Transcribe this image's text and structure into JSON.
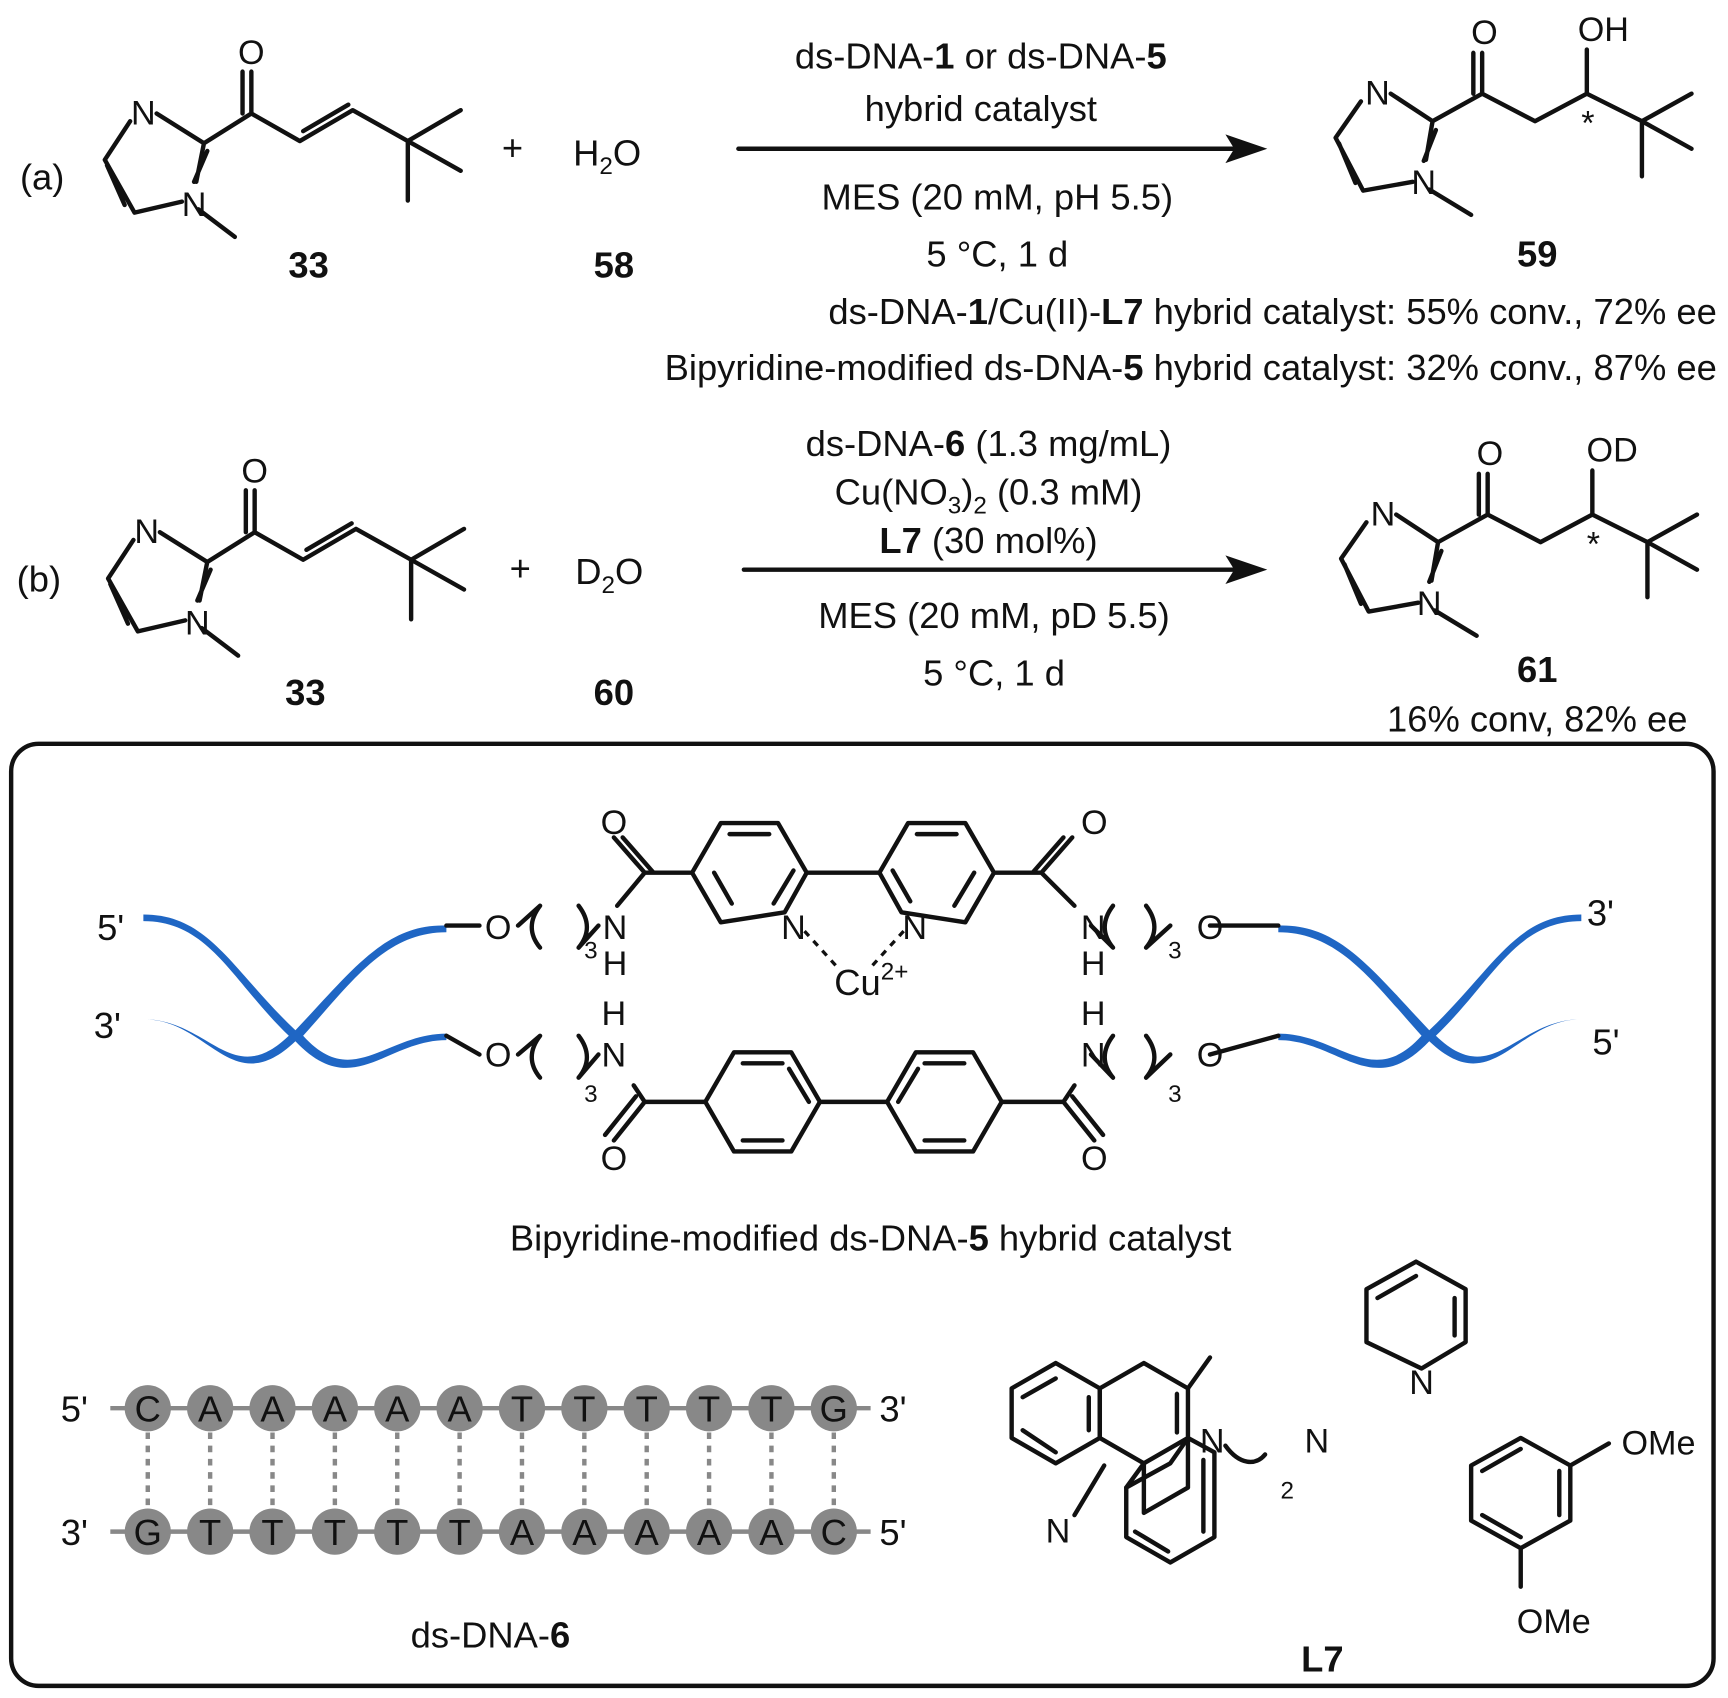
{
  "scheme_a": {
    "label": "(a)",
    "reactant_id": "33",
    "plus": "+",
    "reagent": "H",
    "reagent_sub": "2",
    "reagent_end": "O",
    "reagent_id": "58",
    "cond_line1_pre": "ds-DNA-",
    "cond_line1_b1": "1",
    "cond_line1_mid": " or ds-DNA-",
    "cond_line1_b2": "5",
    "cond_line2": "hybrid catalyst",
    "cond_line3": "MES (20 mM, pH 5.5)",
    "cond_line4": "5 °C, 1 d",
    "product_id": "59",
    "product_oh": "OH",
    "stereo": "*",
    "result1_pre": "ds-DNA-",
    "result1_b1": "1",
    "result1_mid": "/Cu(II)-",
    "result1_b2": "L7",
    "result1_end": " hybrid catalyst: 55% conv., 72% ee",
    "result2_pre": "Bipyridine-modified ds-DNA-",
    "result2_b": "5",
    "result2_end": " hybrid catalyst: 32% conv., 87% ee"
  },
  "scheme_b": {
    "label": "(b)",
    "reactant_id": "33",
    "plus": "+",
    "reagent": "D",
    "reagent_sub": "2",
    "reagent_end": "O",
    "reagent_id": "60",
    "cond_line1_pre": "ds-DNA-",
    "cond_line1_b": "6",
    "cond_line1_end": " (1.3 mg/mL)",
    "cond_line2_pre": "Cu(NO",
    "cond_line2_sub1": "3",
    "cond_line2_mid": ")",
    "cond_line2_sub2": "2",
    "cond_line2_end": " (0.3 mM)",
    "cond_line3_b": "L7",
    "cond_line3_end": " (30 mol%)",
    "cond_line4": "MES (20 mM, pD 5.5)",
    "cond_line5": "5 °C, 1 d",
    "product_id": "61",
    "product_od": "OD",
    "stereo": "*",
    "result": "16% conv, 82% ee"
  },
  "atoms": {
    "O": "O",
    "N": "N",
    "H": "H",
    "three": "3",
    "two": "2",
    "cu": "Cu",
    "cu_charge": "2+",
    "ome": "OMe"
  },
  "box": {
    "end_5": "5'",
    "end_3": "3'",
    "caption_pre": "Bipyridine-modified ds-DNA-",
    "caption_b": "5",
    "caption_end": " hybrid catalyst",
    "dna6_label_pre": "ds-DNA-",
    "dna6_label_b": "6",
    "l7_label": "L7",
    "top_strand": [
      "C",
      "A",
      "A",
      "A",
      "A",
      "A",
      "T",
      "T",
      "T",
      "T",
      "T",
      "G"
    ],
    "bottom_strand": [
      "G",
      "T",
      "T",
      "T",
      "T",
      "T",
      "A",
      "A",
      "A",
      "A",
      "A",
      "C"
    ]
  },
  "colors": {
    "helix": "#1f66c4",
    "base": "#888888"
  }
}
